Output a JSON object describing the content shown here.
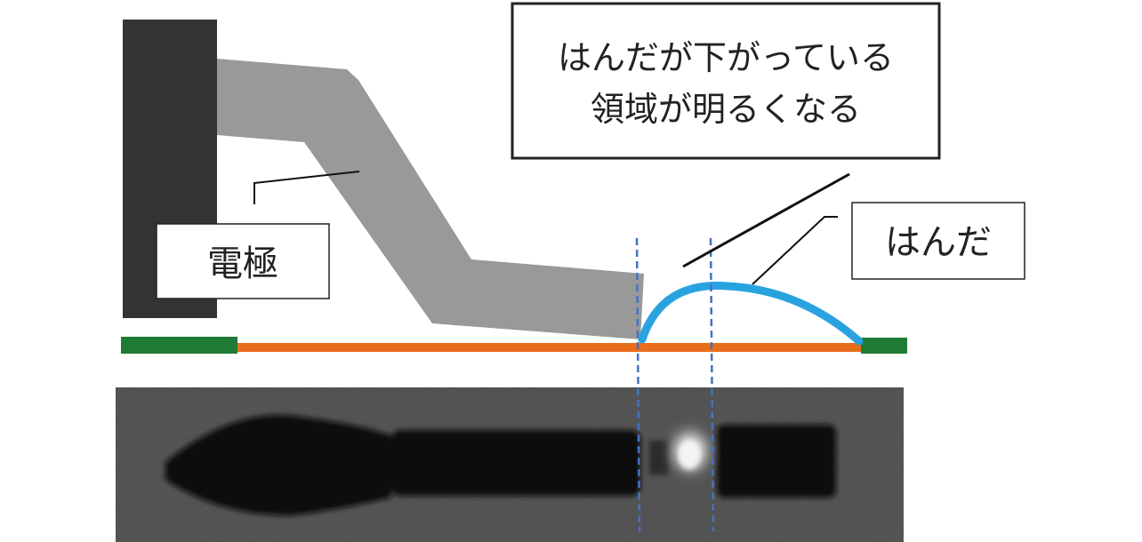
{
  "labels": {
    "electrode": "電極",
    "solder": "はんだ",
    "note_line1": "はんだが下がっている",
    "note_line2": "領域が明るくなる"
  },
  "colors": {
    "electrode_block": "#333333",
    "lead": "#999999",
    "pad": "#1e7a34",
    "trace": "#e86e1c",
    "solder": "#29a3e0",
    "guide_line": "#4472c4",
    "xray_background": "#404040"
  }
}
